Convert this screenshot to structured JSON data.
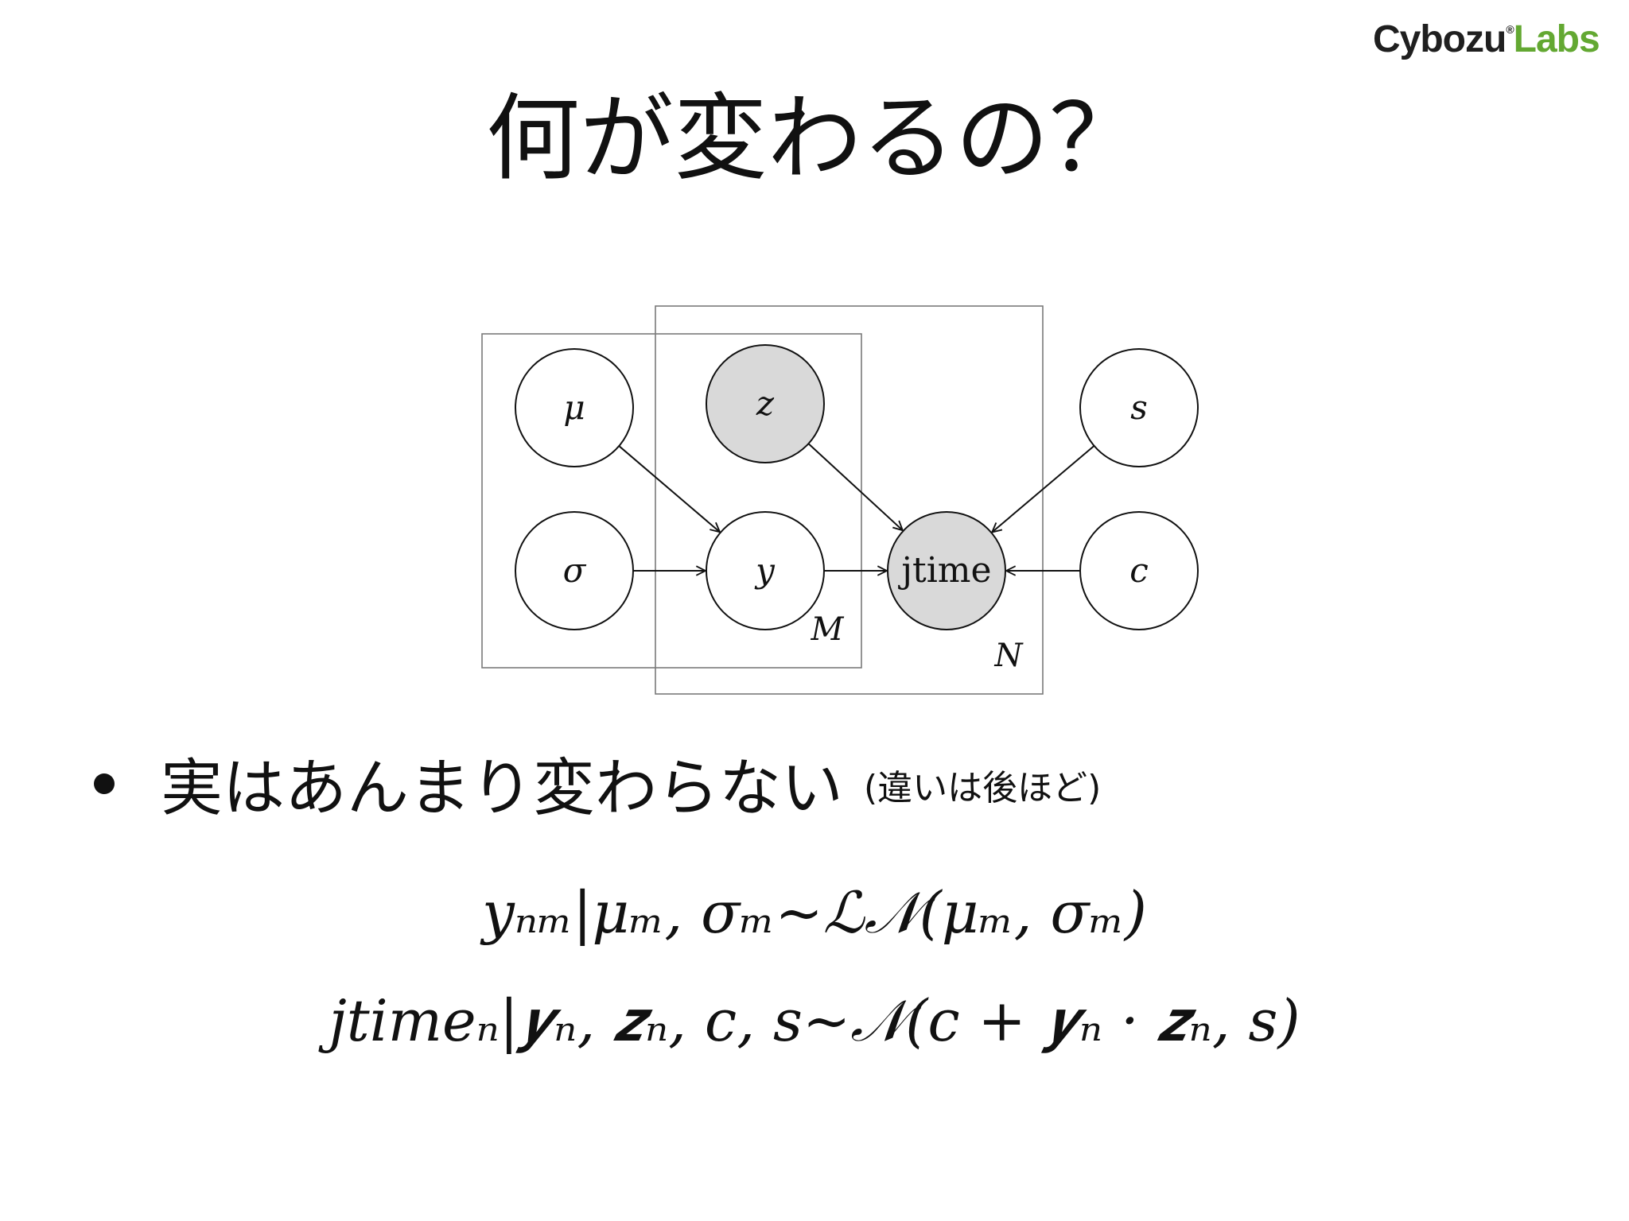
{
  "logo": {
    "part_a": "Cybozu",
    "registered": "®",
    "part_b": "Labs"
  },
  "title": "何が変わるの？",
  "diagram": {
    "nodes": [
      {
        "id": "mu",
        "label": "μ",
        "shaded": false,
        "italic": true
      },
      {
        "id": "z",
        "label": "z",
        "shaded": true,
        "italic": true
      },
      {
        "id": "s",
        "label": "s",
        "shaded": false,
        "italic": true
      },
      {
        "id": "sigma",
        "label": "σ",
        "shaded": false,
        "italic": true
      },
      {
        "id": "y",
        "label": "y",
        "shaded": false,
        "italic": true
      },
      {
        "id": "jtime",
        "label": "jtime",
        "shaded": true,
        "italic": false
      },
      {
        "id": "c",
        "label": "c",
        "shaded": false,
        "italic": true
      }
    ],
    "edges": [
      {
        "from": "mu",
        "to": "y"
      },
      {
        "from": "sigma",
        "to": "y"
      },
      {
        "from": "z",
        "to": "jtime"
      },
      {
        "from": "y",
        "to": "jtime"
      },
      {
        "from": "s",
        "to": "jtime"
      },
      {
        "from": "c",
        "to": "jtime"
      }
    ],
    "plates": [
      {
        "id": "plate-m",
        "label": "M"
      },
      {
        "id": "plate-n",
        "label": "N"
      }
    ],
    "colors": {
      "node_fill": "#ffffff",
      "shaded_fill": "#d9d9d9",
      "stroke": "#111111",
      "plate_stroke": "#7a7a7a"
    }
  },
  "bullet": {
    "text": "実はあんまり変わらない",
    "note": "(違いは後ほど)"
  },
  "equations": {
    "eq1": "yₙₘ|μₘ, σₘ~ℒ𝒩(μₘ, σₘ)",
    "eq2": "jtimeₙ|𝒚ₙ, 𝒛ₙ, c, s~𝒩(c + 𝒚ₙ · 𝒛ₙ, s)"
  }
}
